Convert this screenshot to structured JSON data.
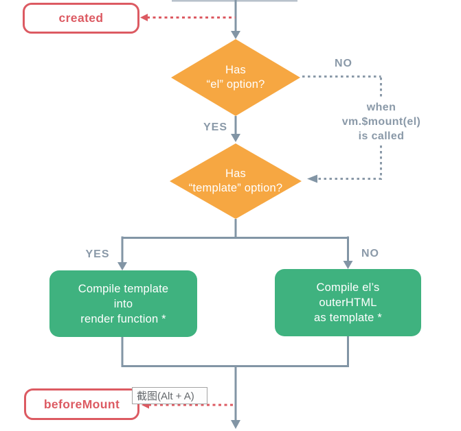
{
  "diagram": {
    "hooks": {
      "created": "created",
      "before_mount": "beforeMount"
    },
    "decisions": {
      "has_el": {
        "line1": "Has",
        "line2": "“el” option?"
      },
      "has_template": {
        "line1": "Has",
        "line2": "“template” option?"
      }
    },
    "branches": {
      "el_no": "NO",
      "el_yes": "YES",
      "template_yes": "YES",
      "template_no": "NO"
    },
    "mount_note": {
      "line1": "when",
      "line2": "vm.$mount(el)",
      "line3": "is called"
    },
    "processes": {
      "compile_template": {
        "line1": "Compile template",
        "line2": "into",
        "line3": "render function *"
      },
      "compile_el": {
        "line1": "Compile el’s",
        "line2": "outerHTML",
        "line3": "as template *"
      }
    }
  },
  "overlay": {
    "screenshot_tooltip": "截图(Alt + A)"
  },
  "colors": {
    "hook_red": "#dc5a62",
    "decision_orange": "#f6a742",
    "process_green": "#3fb27f",
    "connector_gray": "#8295a5",
    "label_gray": "#8a99a8"
  }
}
